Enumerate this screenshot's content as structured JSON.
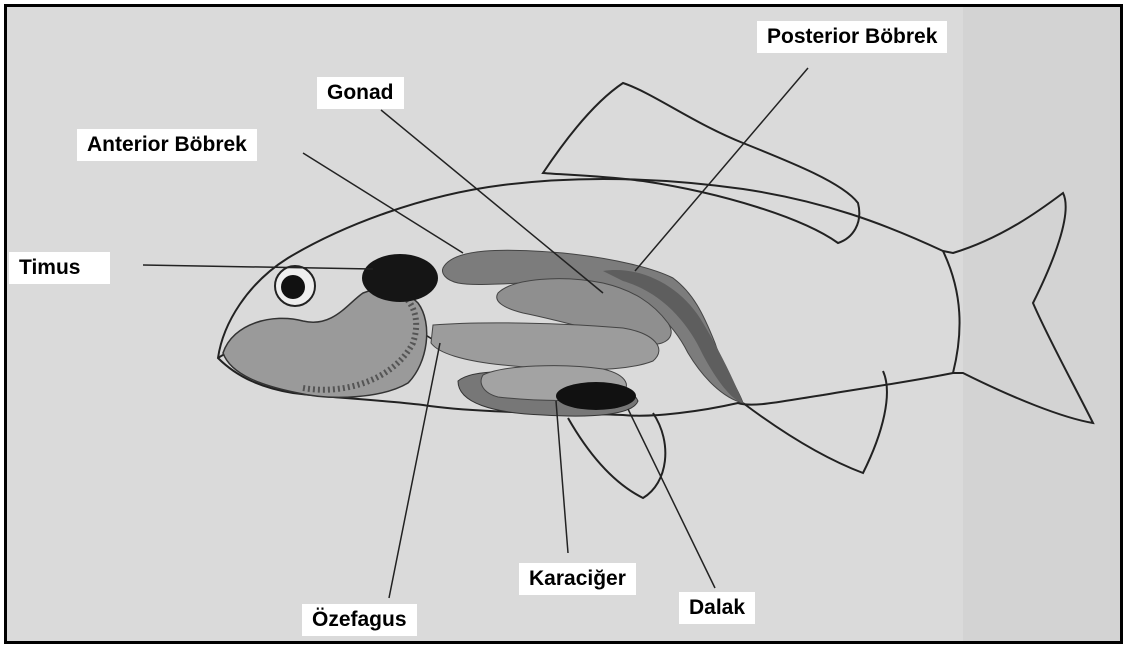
{
  "diagram": {
    "labels": {
      "posterior_bobrek": "Posterior Böbrek",
      "gonad": "Gonad",
      "anterior_bobrek": "Anterior Böbrek",
      "timus": "Timus",
      "karaciger": "Karaciğer",
      "ozefagus": "Özefagus",
      "dalak": "Dalak"
    },
    "colors": {
      "background": "#d9d9d9",
      "organ_mid": "#8c8c8c",
      "organ_dark": "#6f6f6f",
      "organ_black": "#111111",
      "outline": "#222222"
    }
  }
}
